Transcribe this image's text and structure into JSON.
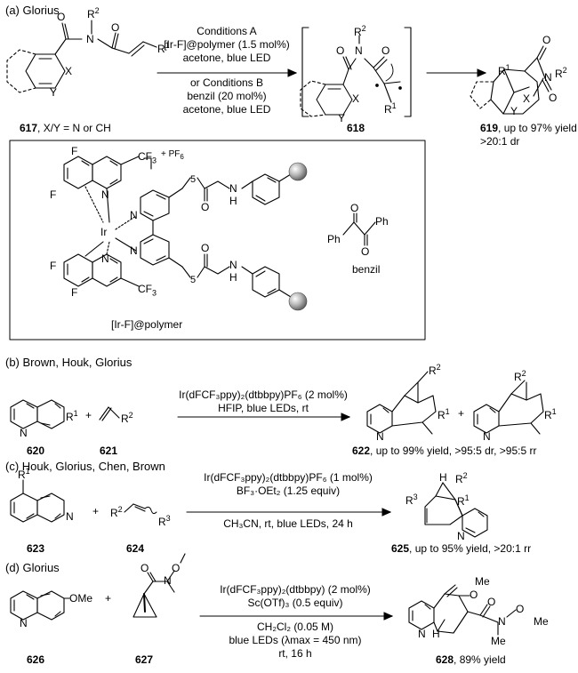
{
  "sections": {
    "a": "(a) Glorius",
    "b": "(b) Brown, Houk, Glorius",
    "c": "(c) Houk, Glorius, Chen, Brown",
    "d": "(d) Glorius"
  },
  "a": {
    "cond_a": [
      "Conditions A",
      "[Ir-F]@polymer (1.5 mol%)",
      "acetone, blue LED"
    ],
    "cond_b": [
      "or Conditions B",
      "benzil (20 mol%)",
      "acetone, blue LED"
    ],
    "sm_num": "617",
    "sm_desc": ", X/Y = N or CH",
    "int_num": "618",
    "prod_num": "619",
    "prod_desc": ", up to 97% yield",
    "prod_dr": ">20:1 dr",
    "catalyst_label": "[Ir-F]@polymer",
    "benzil_label": "benzil",
    "atoms": {
      "r1": "R",
      "r2": "R",
      "sup1": "1",
      "sup2": "2",
      "x": "X",
      "y": "Y",
      "n": "N",
      "o": "O",
      "f": "F",
      "cf3": "CF",
      "three": "3",
      "pf6": "PF",
      "six": "6",
      "ir": "Ir",
      "nh": "H",
      "five": "5",
      "ph": "Ph"
    }
  },
  "b": {
    "cond": [
      "Ir(dFCF₃ppy)₂(dtbbpy)PF₆ (2 mol%)",
      "HFIP, blue LEDs, rt"
    ],
    "sm1": "620",
    "sm2": "621",
    "prod_num": "622",
    "prod_desc": ", up to 99% yield, >95:5 dr, >95:5 rr",
    "plus": "+"
  },
  "c": {
    "cond": [
      "Ir(dFCF₃ppy)₂(dtbbpy)PF₆ (1 mol%)",
      "BF₃·OEt₂ (1.25 equiv)",
      "CH₃CN, rt, blue LEDs, 24 h"
    ],
    "sm1": "623",
    "sm2": "624",
    "prod_num": "625",
    "prod_desc": ", up to 95% yield, >20:1 rr",
    "plus": "+"
  },
  "d": {
    "cond_top": [
      "Ir(dFCF₃ppy)₂(dtbbpy) (2 mol%)",
      "Sc(OTf)₃ (0.5 equiv)"
    ],
    "cond_bottom": [
      "CH₂Cl₂ (0.05 M)",
      "blue LEDs (λmax = 450 nm)",
      "rt, 16 h"
    ],
    "sm1": "626",
    "sm2": "627",
    "prod_num": "628",
    "prod_desc": ", 89% yield",
    "plus": "+",
    "ome": "OMe",
    "me": "Me",
    "o": "O",
    "n": "N",
    "h": "H"
  }
}
